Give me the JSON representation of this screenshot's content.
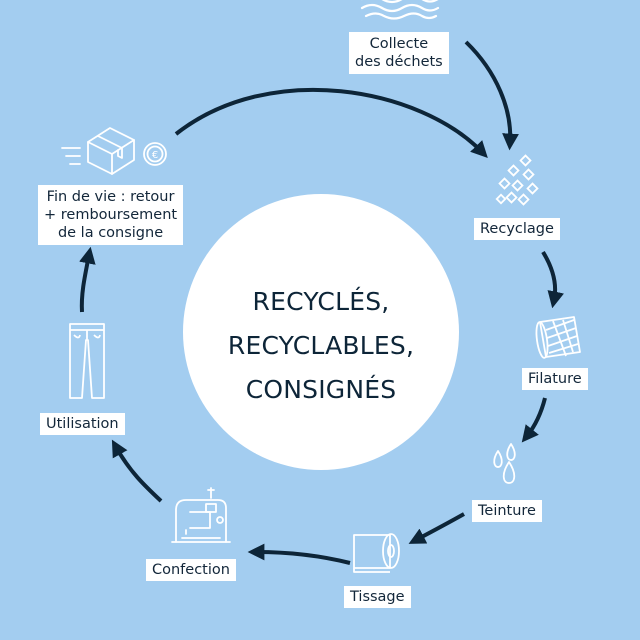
{
  "center": {
    "lines": [
      "RECYCLÉS,",
      "RECYCLABLES,",
      "CONSIGNÉS"
    ]
  },
  "steps": [
    {
      "id": "collecte",
      "lines": [
        "Collecte",
        "des déchets"
      ]
    },
    {
      "id": "recyclage",
      "lines": [
        "Recyclage"
      ]
    },
    {
      "id": "filature",
      "lines": [
        "Filature"
      ]
    },
    {
      "id": "teinture",
      "lines": [
        "Teinture"
      ]
    },
    {
      "id": "tissage",
      "lines": [
        "Tissage"
      ]
    },
    {
      "id": "confection",
      "lines": [
        "Confection"
      ]
    },
    {
      "id": "utilisation",
      "lines": [
        "Utilisation"
      ]
    },
    {
      "id": "fin-de-vie",
      "lines": [
        "Fin de vie : retour",
        "+ remboursement",
        "de la consigne"
      ]
    }
  ],
  "icons": {
    "collecte": "waves-icon",
    "recyclage": "granules-icon",
    "filature": "yarn-spool-icon",
    "teinture": "dye-drops-icon",
    "tissage": "fabric-roll-icon",
    "confection": "sewing-machine-icon",
    "utilisation": "jeans-icon",
    "fin-de-vie": "delivery-box-icon",
    "euro": "euro-coin-icon"
  },
  "colors": {
    "background": "#a3cdf0",
    "arrow": "#0d2538",
    "icon": "#ffffff",
    "label_background": "#ffffff",
    "text": "#13273a"
  }
}
